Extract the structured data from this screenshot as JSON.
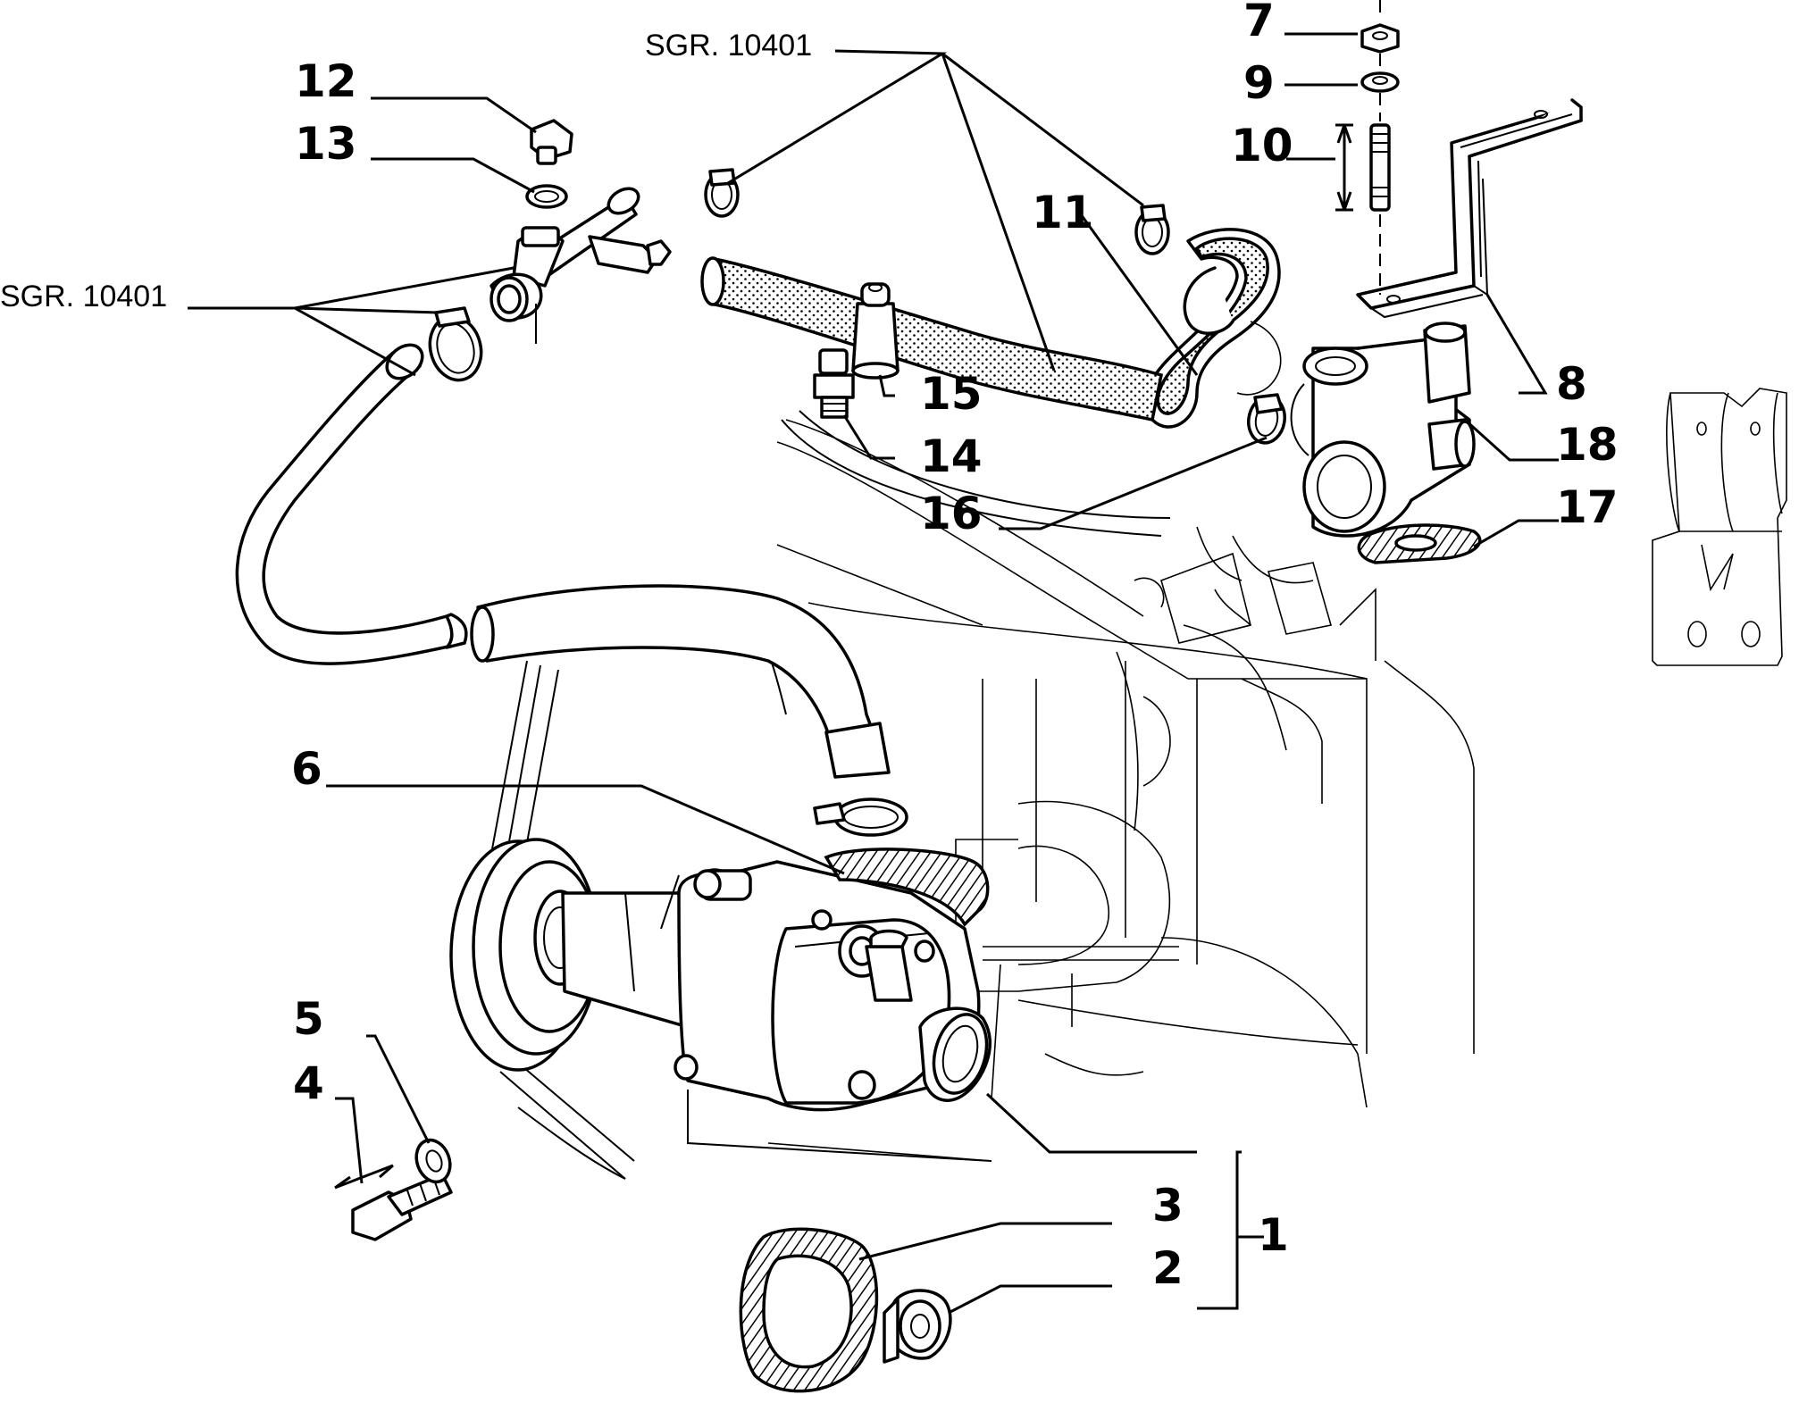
{
  "diagram": {
    "ref_labels": {
      "top": "SGR. 10401",
      "left": "SGR. 10401"
    },
    "callouts": {
      "c1": "1",
      "c2": "2",
      "c3": "3",
      "c4": "4",
      "c5": "5",
      "c6": "6",
      "c7": "7",
      "c8": "8",
      "c9": "9",
      "c10": "10",
      "c11": "11",
      "c12": "12",
      "c13": "13",
      "c14": "14",
      "c15": "15",
      "c16": "16",
      "c17": "17",
      "c18": "18"
    }
  }
}
